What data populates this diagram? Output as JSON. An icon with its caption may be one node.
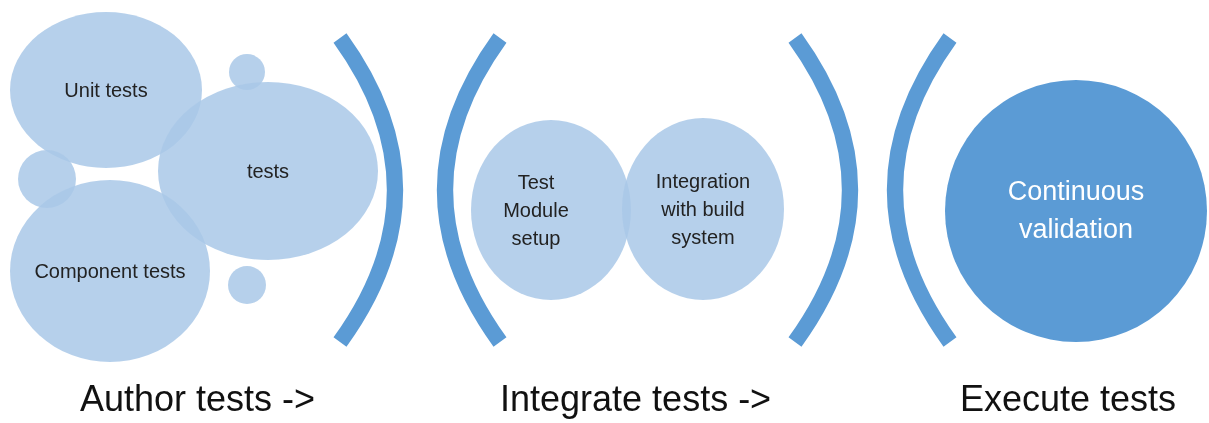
{
  "diagram": {
    "nodes": [
      {
        "text": [
          "Unit tests"
        ]
      },
      {
        "text": [],
        "shape": "circle"
      },
      {
        "text": [
          "tests"
        ]
      },
      {
        "text": [],
        "shape": "circle"
      },
      {
        "text": [
          "Component tests"
        ]
      },
      {
        "text": [],
        "shape": "circle"
      },
      {
        "text": [
          "Test Module setup"
        ]
      },
      {
        "text": [
          "Integration with build system"
        ]
      },
      {
        "text": [
          "Continuous validation"
        ]
      }
    ],
    "edges": [],
    "labels": [
      "Author tests ->",
      "Integrate tests ->",
      "Execute tests"
    ]
  }
}
